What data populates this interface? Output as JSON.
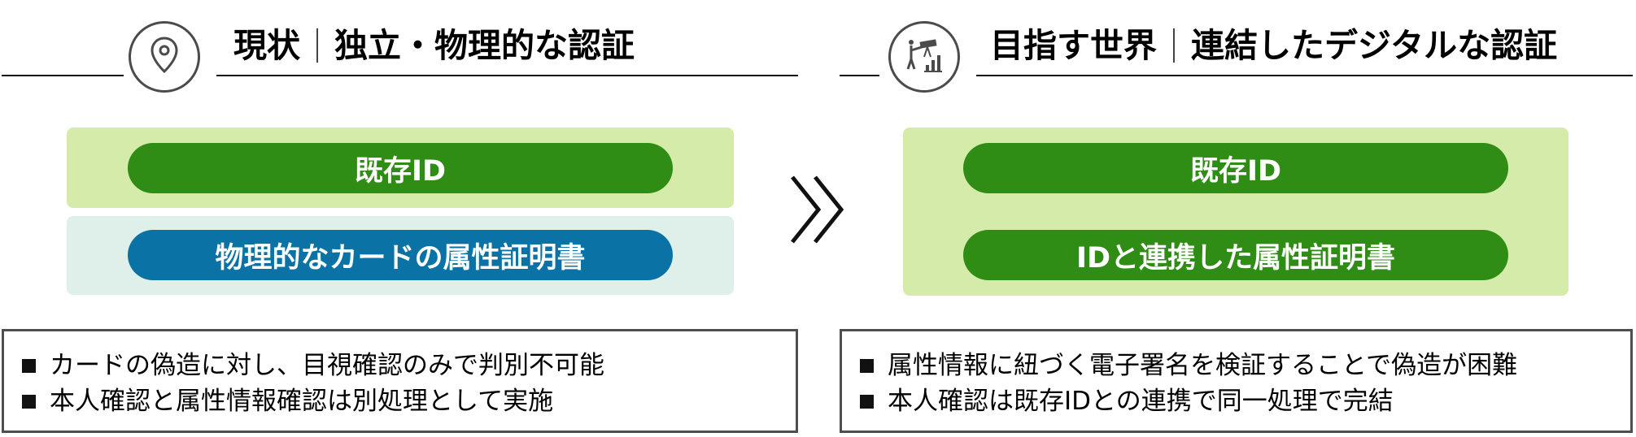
{
  "current": {
    "title_main": "現状",
    "title_sub": "独立・物理的な認証",
    "icon": "location-pin-icon",
    "pill_existing": "既存ID",
    "pill_attribute": "物理的なカードの属性証明書",
    "notes": [
      "カードの偽造に対し、目視確認のみで判別不可能",
      "本人確認と属性情報確認は別処理として実施"
    ]
  },
  "target": {
    "title_main": "目指す世界",
    "title_sub": "連結したデジタルな認証",
    "icon": "telescope-growth-chart-icon",
    "pill_existing": "既存ID",
    "pill_attribute": "IDと連携した属性証明書",
    "notes": [
      "属性情報に紐づく電子署名を検証することで偽造が困難",
      "本人確認は既存IDとの連携で同一処理で完結"
    ]
  },
  "colors": {
    "green_pill": "#2f8c14",
    "blue_pill": "#0a72a4",
    "light_green_panel": "#d5ebaa",
    "light_teal_panel": "#dfefea",
    "note_border": "#4e4e4e",
    "icon_gray": "#4b4b4b"
  },
  "transition_icon": "double-chevron-right-icon"
}
